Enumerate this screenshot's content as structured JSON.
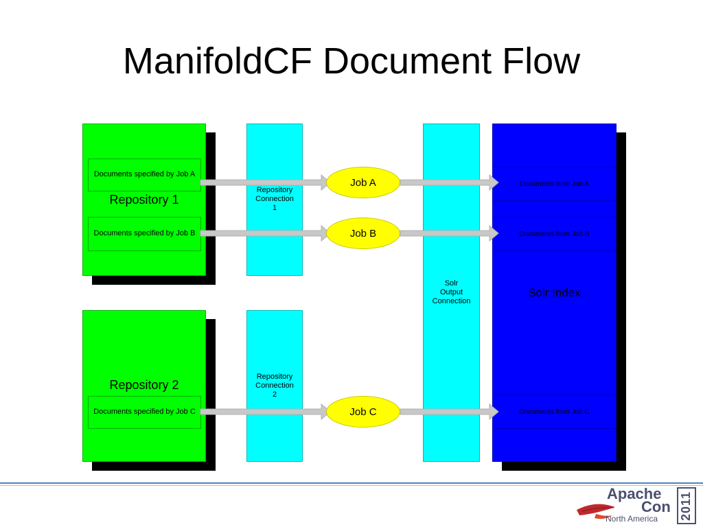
{
  "title": "ManifoldCF Document Flow",
  "repositories": [
    {
      "label": "Repository 1",
      "docs": [
        "Documents specified by Job A",
        "Documents specified by Job B"
      ]
    },
    {
      "label": "Repository 2",
      "docs": [
        "Documents specified by Job C"
      ]
    }
  ],
  "connections": [
    {
      "label": "Repository\nConnection\n1"
    },
    {
      "label": "Repository\nConnection\n2"
    }
  ],
  "jobs": [
    "Job A",
    "Job B",
    "Job C"
  ],
  "output_connection": {
    "label": "Solr\nOutput\nConnection"
  },
  "solr_index": {
    "label": "Solr Index",
    "docs": [
      "Documents from Job A",
      "Documents from Job B",
      "Documents from Job C"
    ]
  },
  "logo": {
    "word1": "Apache",
    "word2": "Con",
    "word3": "North America",
    "year": "2011"
  },
  "colors": {
    "repository": "#00ff00",
    "connection": "#00ffff",
    "job": "#ffff00",
    "solr": "#0000ff",
    "arrow": "#c8c8c8"
  }
}
